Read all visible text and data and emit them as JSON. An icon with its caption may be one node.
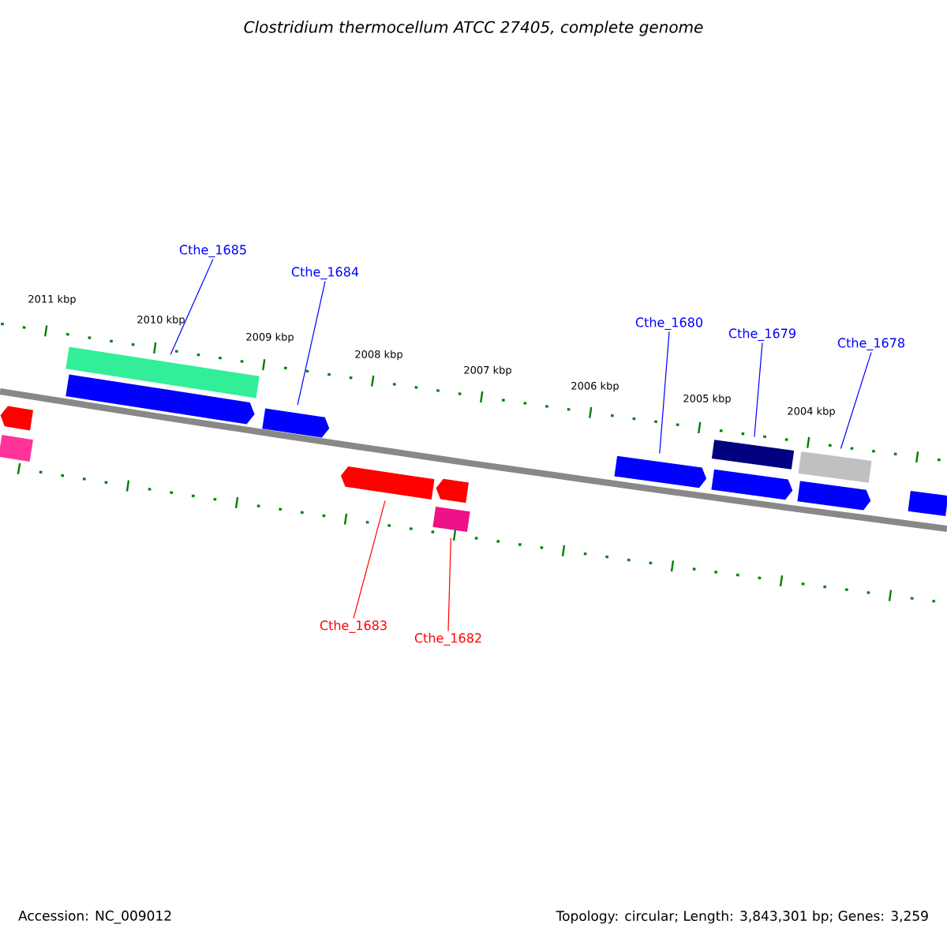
{
  "diagram": {
    "title": "Clostridium thermocellum ATCC 27405, complete genome",
    "nodes": [
      {
        "text": [
          "Cthe_1685"
        ]
      },
      {
        "text": [
          "Cthe_1684"
        ]
      },
      {
        "text": [
          "Cthe_1680"
        ]
      },
      {
        "text": [
          "Cthe_1679"
        ]
      },
      {
        "text": [
          "Cthe_1678"
        ]
      },
      {
        "text": [],
        "shape": "arrow"
      },
      {
        "text": [],
        "shape": "bar"
      },
      {
        "text": [],
        "shape": "bar"
      },
      {
        "text": [],
        "shape": "arrow"
      },
      {
        "text": [],
        "shape": "arrow"
      },
      {
        "text": [],
        "shape": "arrow"
      },
      {
        "text": [],
        "shape": "arrow"
      },
      {
        "text": [],
        "shape": "bar"
      },
      {
        "text": [],
        "shape": "arrow"
      },
      {
        "text": [],
        "shape": "bar"
      },
      {
        "text": [],
        "shape": "arrow"
      },
      {
        "text": [],
        "shape": "bar"
      },
      {
        "text": [],
        "shape": "arrow"
      },
      {
        "text": [],
        "shape": "bar"
      },
      {
        "text": [
          "Cthe_1683"
        ]
      },
      {
        "text": [
          "Cthe_1682"
        ]
      }
    ],
    "edges": [
      {
        "from": 0,
        "to": 7,
        "arrow": "none"
      },
      {
        "from": 1,
        "to": 9,
        "arrow": "none"
      },
      {
        "from": 2,
        "to": 13,
        "arrow": "none"
      },
      {
        "from": 3,
        "to": 14,
        "arrow": "none"
      },
      {
        "from": 4,
        "to": 16,
        "arrow": "none"
      },
      {
        "from": 19,
        "to": 10,
        "arrow": "none",
        "color": "#ff0000"
      },
      {
        "from": 20,
        "to": 12,
        "arrow": "none",
        "color": "#ff0000"
      }
    ],
    "labels": [
      "2011 kbp",
      "2010 kbp",
      "2009 kbp",
      "2008 kbp",
      "2007 kbp",
      "2006 kbp",
      "2005 kbp",
      "2004 kbp",
      "Accession: NC_009012",
      "Topology: circular; Length: 3,843,301 bp; Genes: 3,259"
    ]
  }
}
